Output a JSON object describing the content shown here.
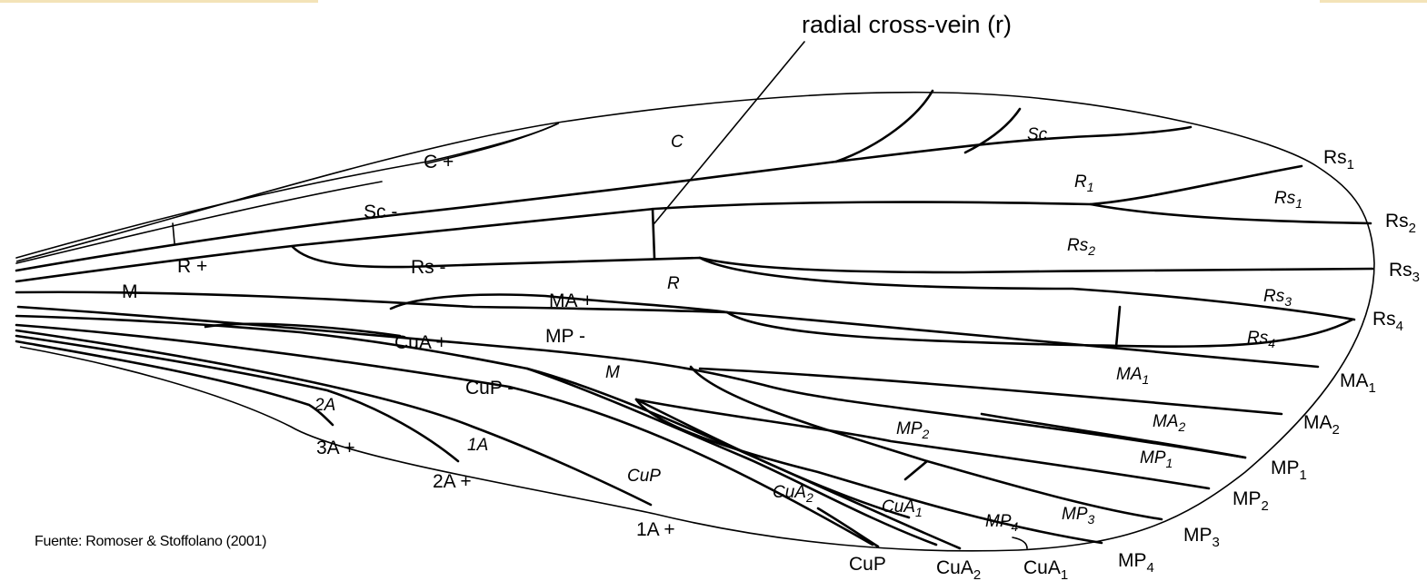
{
  "title": "radial cross-vein (r)",
  "source": "Fuente: Romoser & Stoffolano (2001)",
  "accent_band_color": "#f3e3b8",
  "veins": {
    "C": "C +",
    "Sc": "Sc -",
    "R": "R +",
    "Rs": "Rs -",
    "M": "M",
    "MA": "MA +",
    "MP": "MP -",
    "CuA": "CuA +",
    "CuP": "CuP -",
    "A2": "2A +",
    "A3": "3A +",
    "A1": "1A +"
  },
  "areas": {
    "C": "C",
    "Sc": "Sc",
    "R1": "R",
    "R1sub": "1",
    "Rs1": "Rs",
    "Rs1sub": "1",
    "Rs2": "Rs",
    "Rs2sub": "2",
    "R": "R",
    "Rs3": "Rs",
    "Rs3sub": "3",
    "Rs4": "Rs",
    "Rs4sub": "4",
    "M": "M",
    "MA1": "MA",
    "MA1sub": "1",
    "MA2": "MA",
    "MA2sub": "2",
    "MP2": "MP",
    "MP2sub": "2",
    "MP1": "MP",
    "MP1sub": "1",
    "MP3": "MP",
    "MP3sub": "3",
    "MP4": "MP",
    "MP4sub": "4",
    "CuA2": "CuA",
    "CuA2sub": "2",
    "CuA1": "CuA",
    "CuA1sub": "1",
    "CuP": "CuP",
    "A1": "1A",
    "A2": "2A"
  },
  "margin": {
    "Rs1": "Rs",
    "Rs1sub": "1",
    "Rs2": "Rs",
    "Rs2sub": "2",
    "Rs3": "Rs",
    "Rs3sub": "3",
    "Rs4": "Rs",
    "Rs4sub": "4",
    "MA1": "MA",
    "MA1sub": "1",
    "MA2": "MA",
    "MA2sub": "2",
    "MP1": "MP",
    "MP1sub": "1",
    "MP2": "MP",
    "MP2sub": "2",
    "MP3": "MP",
    "MP3sub": "3",
    "MP4": "MP",
    "MP4sub": "4",
    "CuA1": "CuA",
    "CuA1sub": "1",
    "CuA2": "CuA",
    "CuA2sub": "2",
    "CuP": "CuP"
  }
}
